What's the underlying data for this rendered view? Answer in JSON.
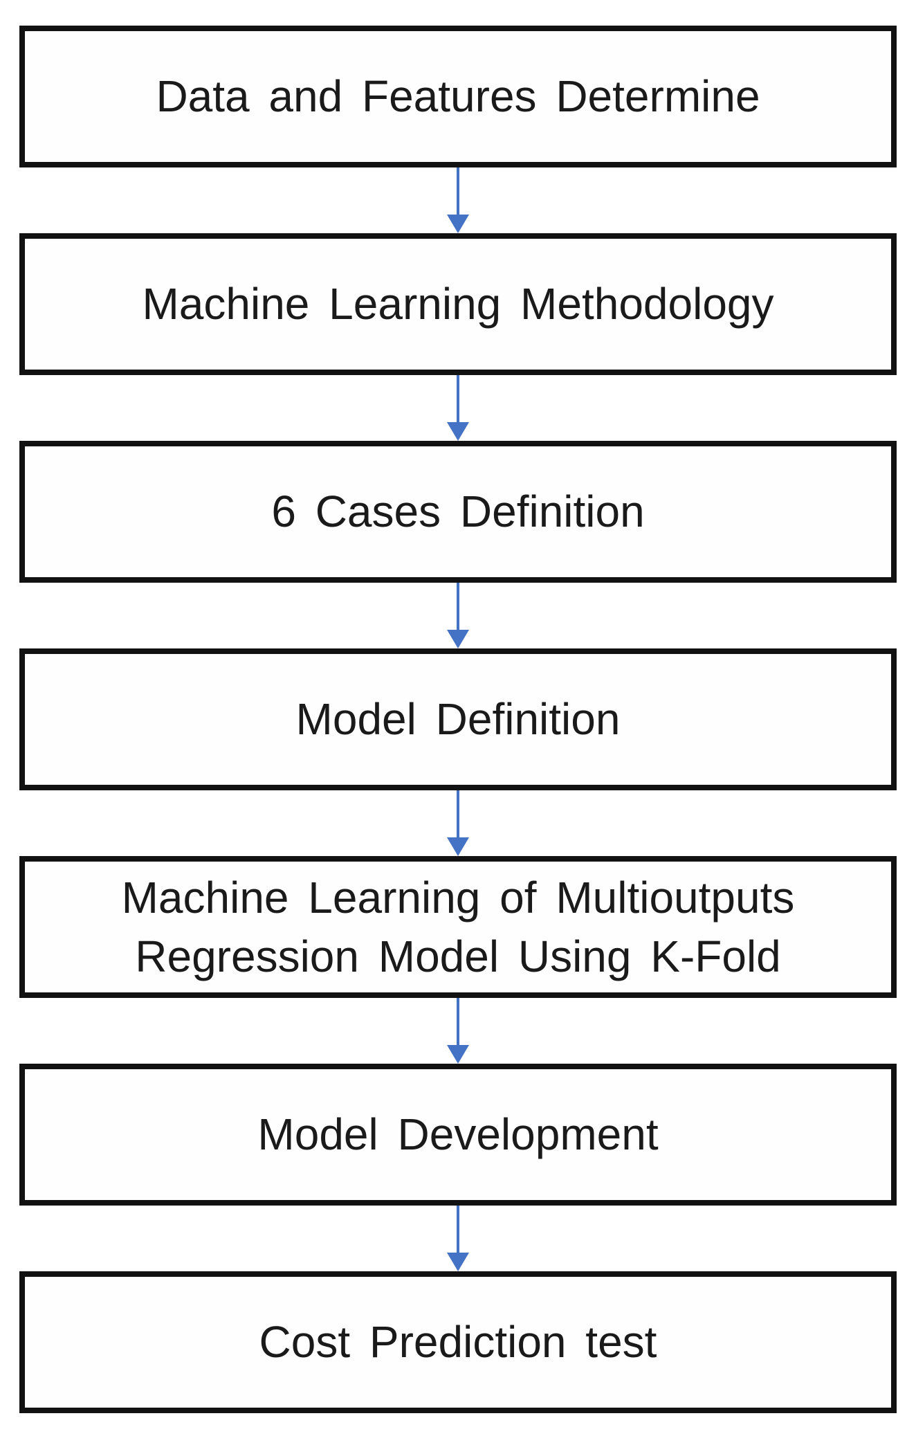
{
  "flowchart": {
    "type": "vertical-flow-diagram",
    "background": "#ffffff",
    "box_border_color": "#121212",
    "text_color": "#1a1a1a",
    "arrow_color": "#4472C4",
    "nodes": [
      {
        "id": "data-and-features-determine",
        "label": "Data and Features Determine"
      },
      {
        "id": "machine-learning-methodology",
        "label": "Machine Learning Methodology"
      },
      {
        "id": "six-cases-definition",
        "label": "6 Cases Definition"
      },
      {
        "id": "model-definition",
        "label": "Model Definition"
      },
      {
        "id": "ml-multioutputs-regression-kfold",
        "label": "Machine Learning of Multioutputs\nRegression Model Using K-Fold"
      },
      {
        "id": "model-development",
        "label": "Model Development"
      },
      {
        "id": "cost-prediction-test",
        "label": "Cost Prediction test"
      }
    ]
  }
}
